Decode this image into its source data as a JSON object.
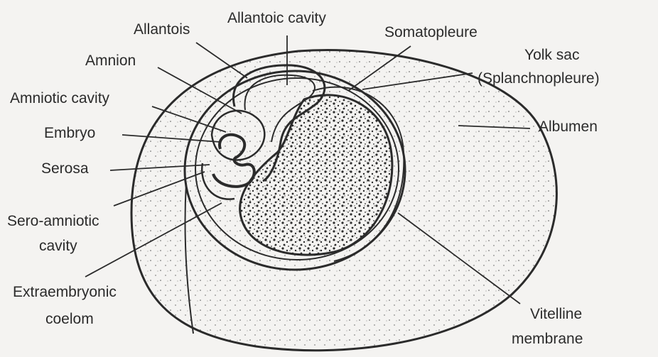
{
  "labels": {
    "allantois": "Allantois",
    "allantoic_cavity": "Allantoic cavity",
    "somatopleure": "Somatopleure",
    "amnion": "Amnion",
    "yolk_sac_line1": "Yolk sac",
    "yolk_sac_line2": "(Splanchnopleure)",
    "amniotic_cavity": "Amniotic cavity",
    "albumen": "Albumen",
    "embryo": "Embryo",
    "serosa": "Serosa",
    "sero_amniotic_line1": "Sero-amniotic",
    "sero_amniotic_line2": "cavity",
    "extraembryonic_line1": "Extraembryonic",
    "extraembryonic_line2": "coelom",
    "vitelline_line1": "Vitelline",
    "vitelline_line2": "membrane"
  },
  "colors": {
    "ink": "#2b2b2b",
    "paper": "#f4f3f1",
    "stipple": "#555555"
  }
}
